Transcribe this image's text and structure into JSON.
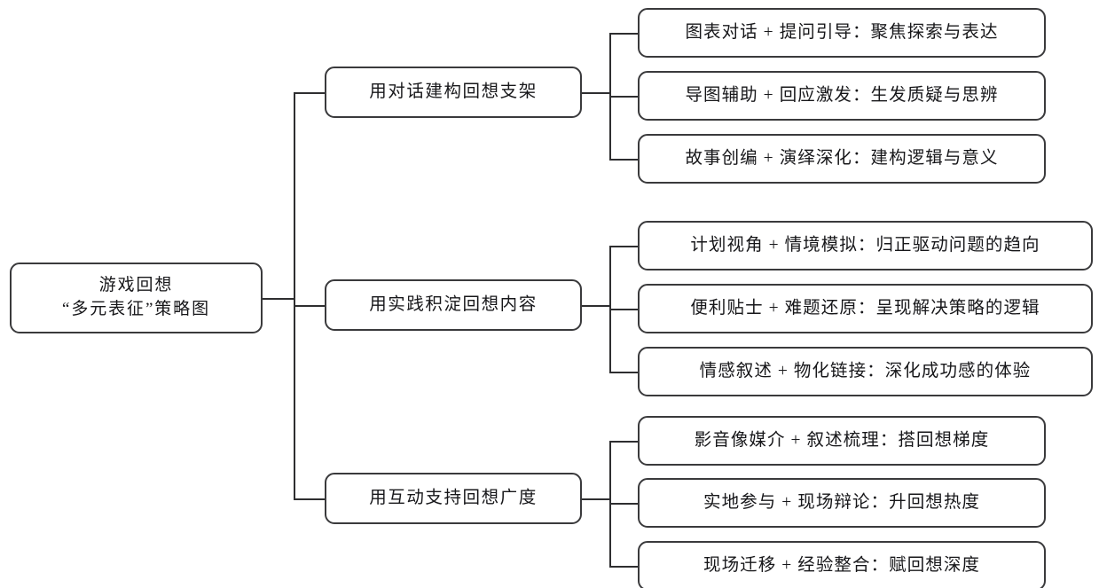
{
  "diagram": {
    "type": "tree",
    "orientation": "left-to-right",
    "root": {
      "label": "游戏回想\n“多元表征”策略图"
    },
    "branches": [
      {
        "label": "用对话建构回想支架",
        "leaves": [
          {
            "label": "图表对话 + 提问引导：聚焦探索与表达"
          },
          {
            "label": "导图辅助 + 回应激发：生发质疑与思辨"
          },
          {
            "label": "故事创编 + 演绎深化：建构逻辑与意义"
          }
        ]
      },
      {
        "label": "用实践积淀回想内容",
        "leaves": [
          {
            "label": "计划视角 + 情境模拟：归正驱动问题的趋向"
          },
          {
            "label": "便利贴士 + 难题还原：呈现解决策略的逻辑"
          },
          {
            "label": "情感叙述 + 物化链接：深化成功感的体验"
          }
        ]
      },
      {
        "label": "用互动支持回想广度",
        "leaves": [
          {
            "label": "影音像媒介 + 叙述梳理：搭回想梯度"
          },
          {
            "label": "实地参与 + 现场辩论：升回想热度"
          },
          {
            "label": "现场迁移 + 经验整合：赋回想深度"
          }
        ]
      }
    ],
    "colors": {
      "border": "#3a3a3c",
      "line": "#2e2e30",
      "text": "#17171a",
      "background": "#ffffff"
    }
  }
}
